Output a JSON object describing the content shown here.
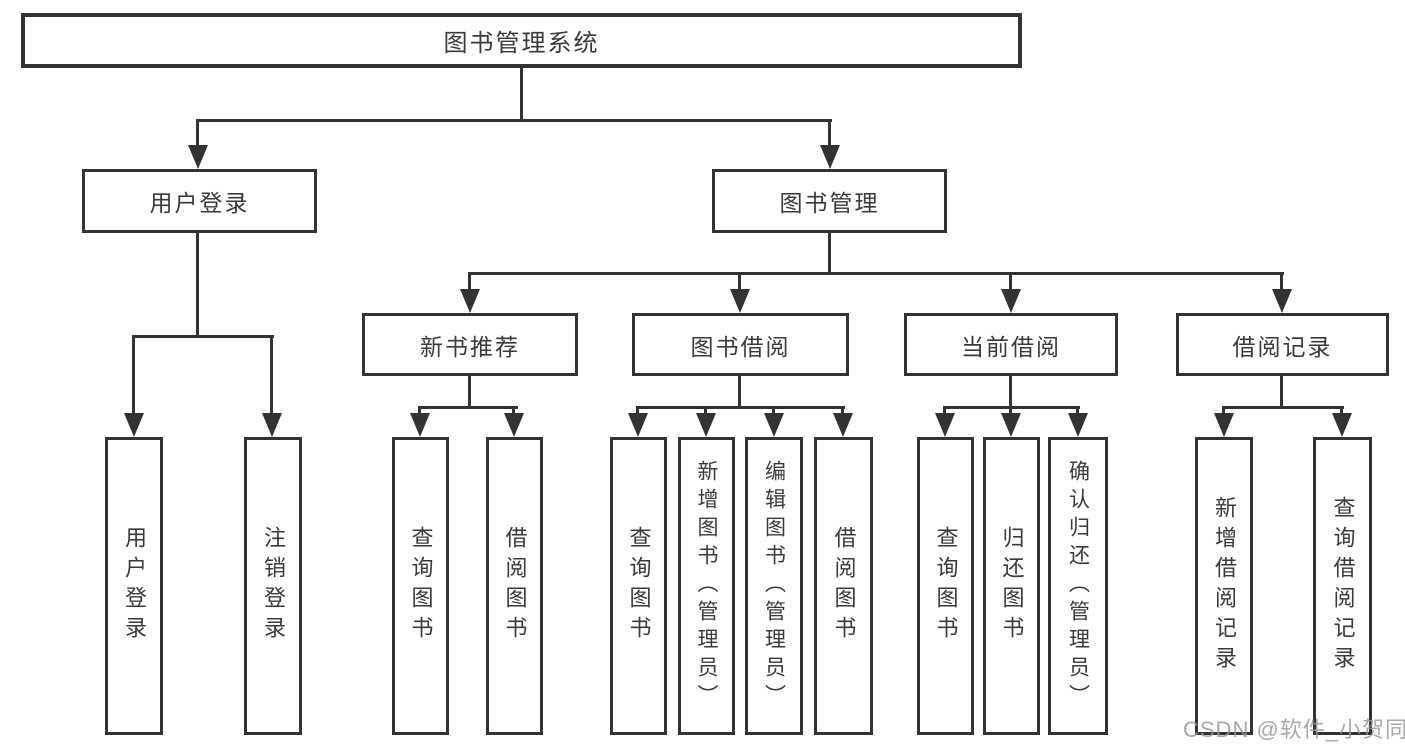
{
  "root": {
    "label": "图书管理系统"
  },
  "branches": {
    "user_login": {
      "label": "用户登录",
      "children": {
        "login": "用户登录",
        "logout": "注销登录"
      }
    },
    "book_management": {
      "label": "图书管理",
      "children": {
        "new_book_recommend": {
          "label": "新书推荐",
          "children": {
            "query_books": "查询图书",
            "borrow_books": "借阅图书"
          }
        },
        "book_borrow": {
          "label": "图书借阅",
          "children": {
            "query_books": "查询图书",
            "add_books": "新增图书（管理员）",
            "edit_books": "编辑图书（管理员）",
            "borrow_books": "借阅图书"
          }
        },
        "current_borrow": {
          "label": "当前借阅",
          "children": {
            "query_books": "查询图书",
            "return_books": "归还图书",
            "confirm_return": "确认归还（管理员）"
          }
        },
        "borrow_record": {
          "label": "借阅记录",
          "children": {
            "add_record": "新增借阅记录",
            "query_record": "查询借阅记录"
          }
        }
      }
    }
  },
  "watermark": "CSDN @软件_小贺同学",
  "colors": {
    "line": "#333333",
    "text": "#3a3a3a",
    "background": "#ffffff",
    "watermark": "#9a9a9a"
  }
}
